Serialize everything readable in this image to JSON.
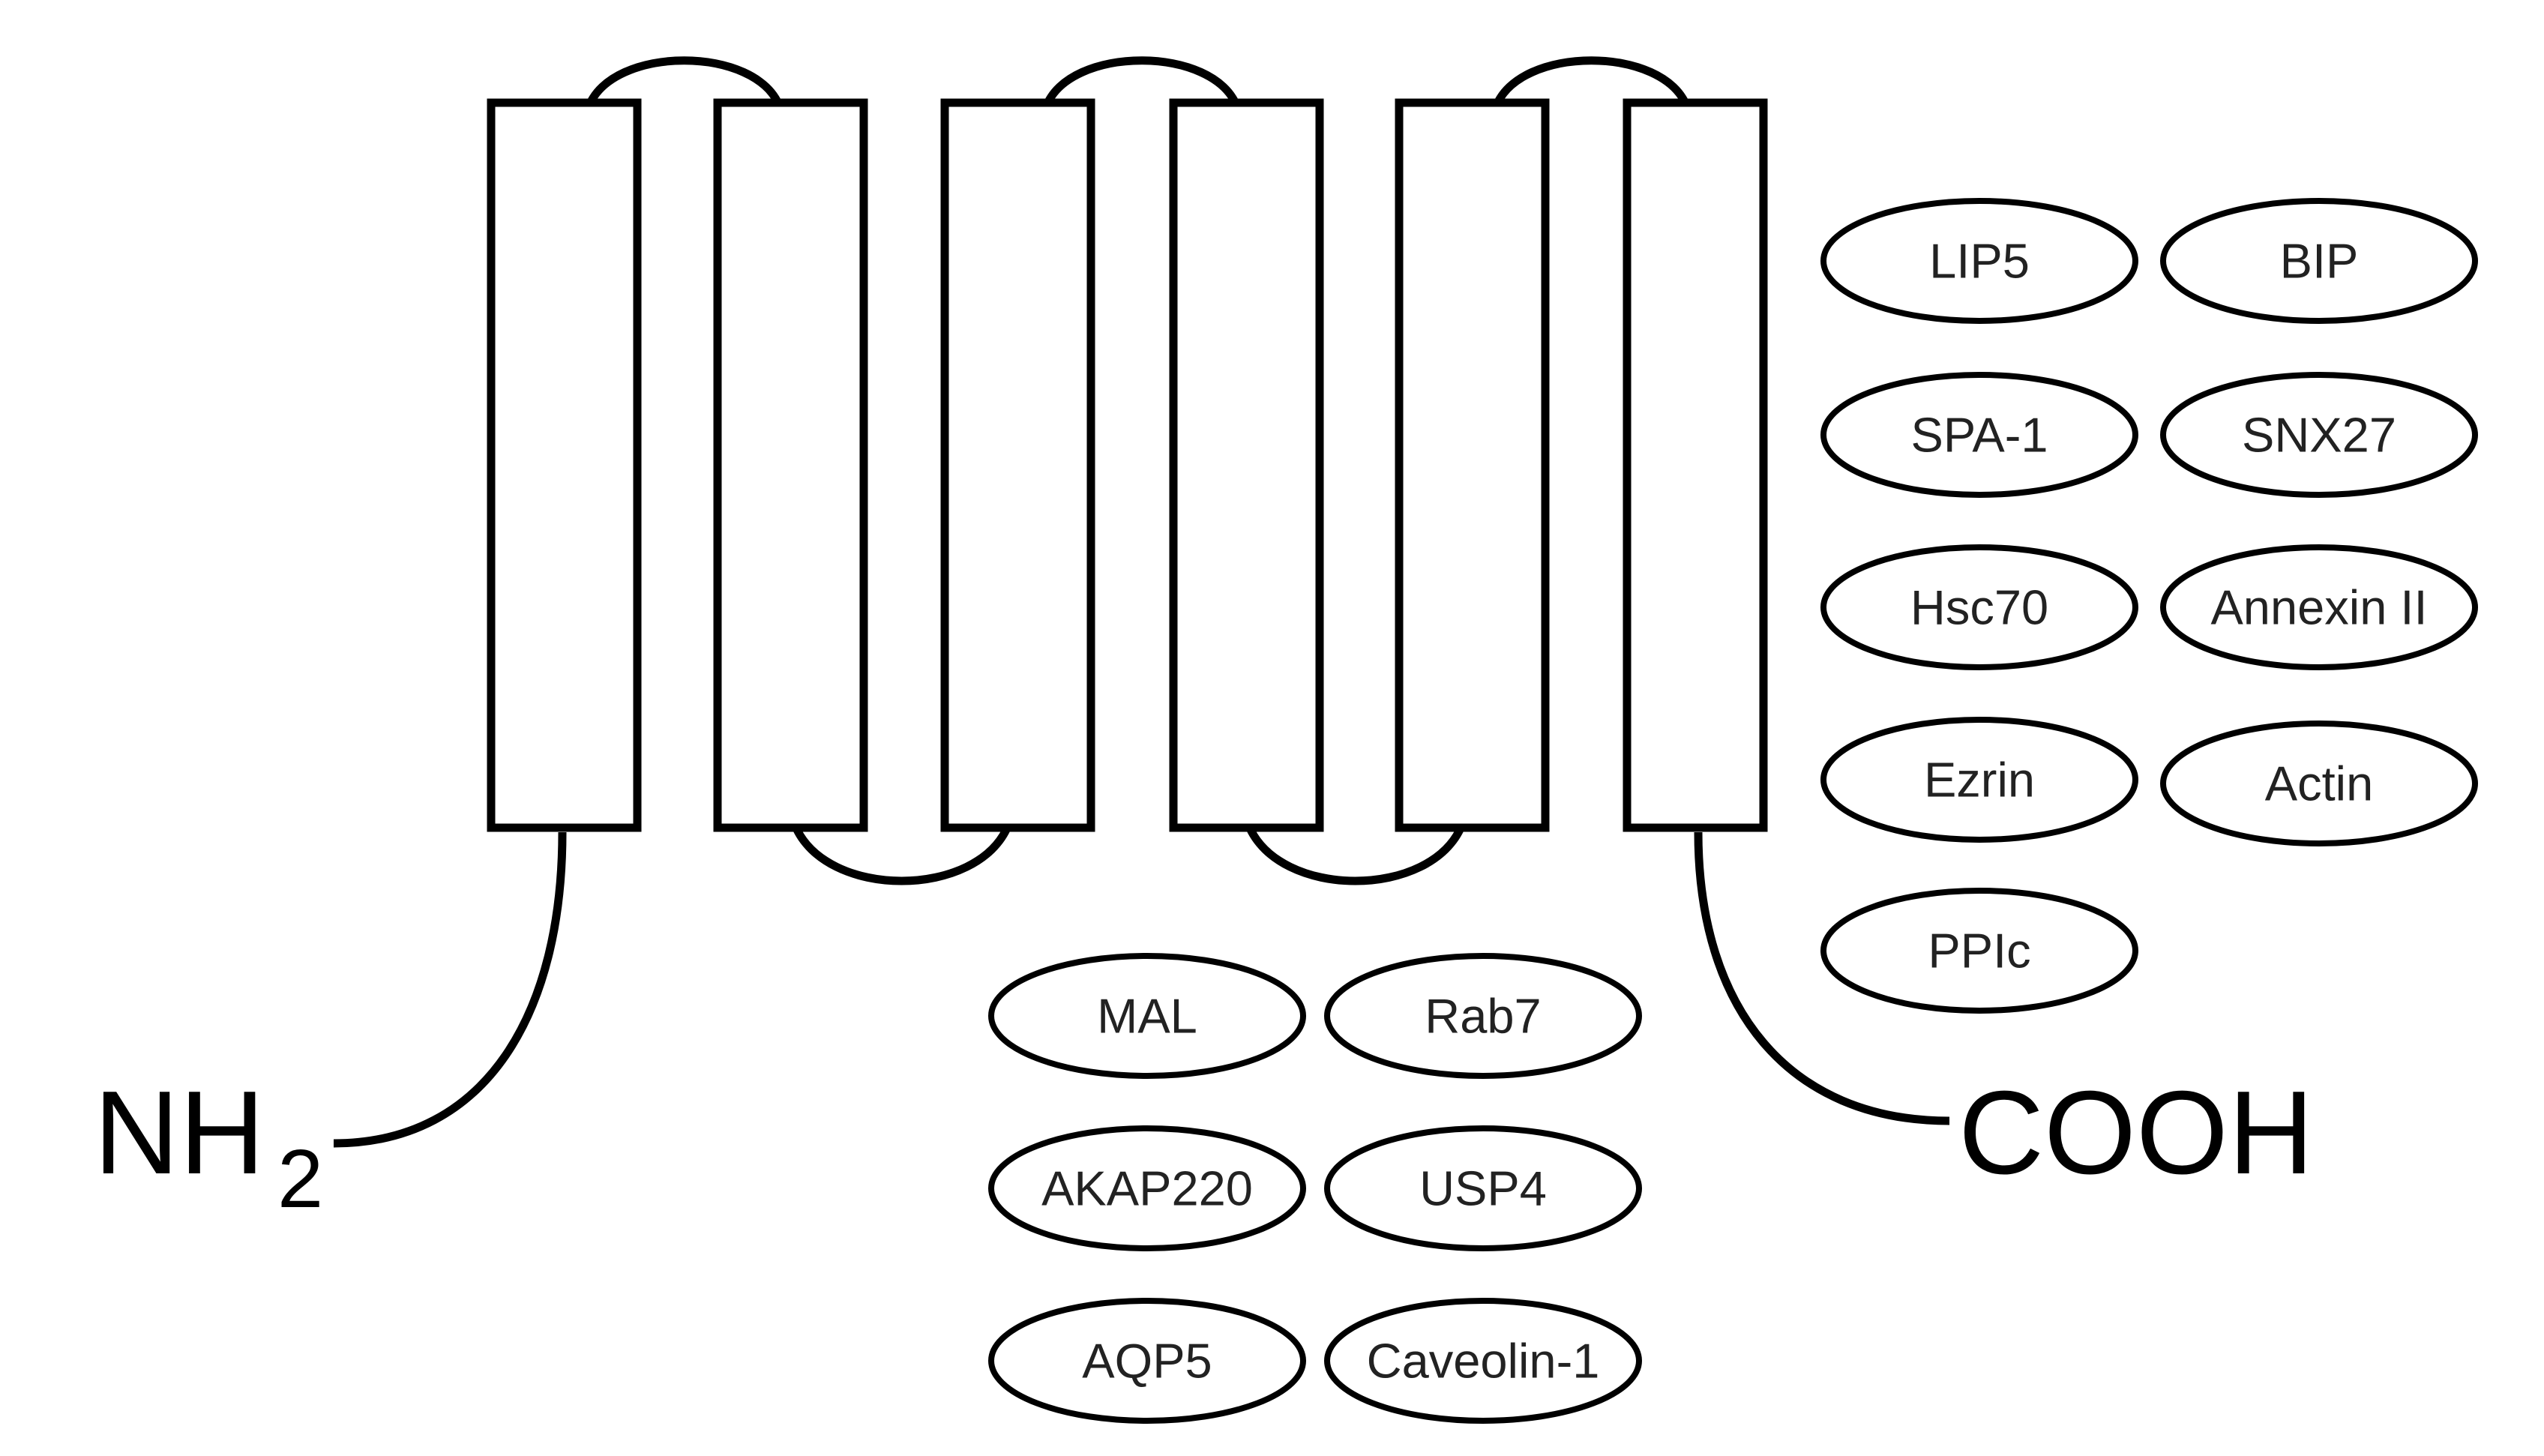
{
  "diagram": {
    "n_terminus": {
      "main": "NH",
      "subscript": "2"
    },
    "c_terminus": "COOH",
    "transmembrane_helix_count": 6,
    "colors": {
      "stroke": "#000000",
      "fill": "#ffffff",
      "text": "#222222"
    },
    "c_terminal_partners": [
      "LIP5",
      "BIP",
      "SPA-1",
      "SNX27",
      "Hsc70",
      "Annexin II",
      "Ezrin",
      "Actin",
      "PPIc"
    ],
    "other_partners": [
      "MAL",
      "Rab7",
      "AKAP220",
      "USP4",
      "AQP5",
      "Caveolin-1"
    ]
  }
}
